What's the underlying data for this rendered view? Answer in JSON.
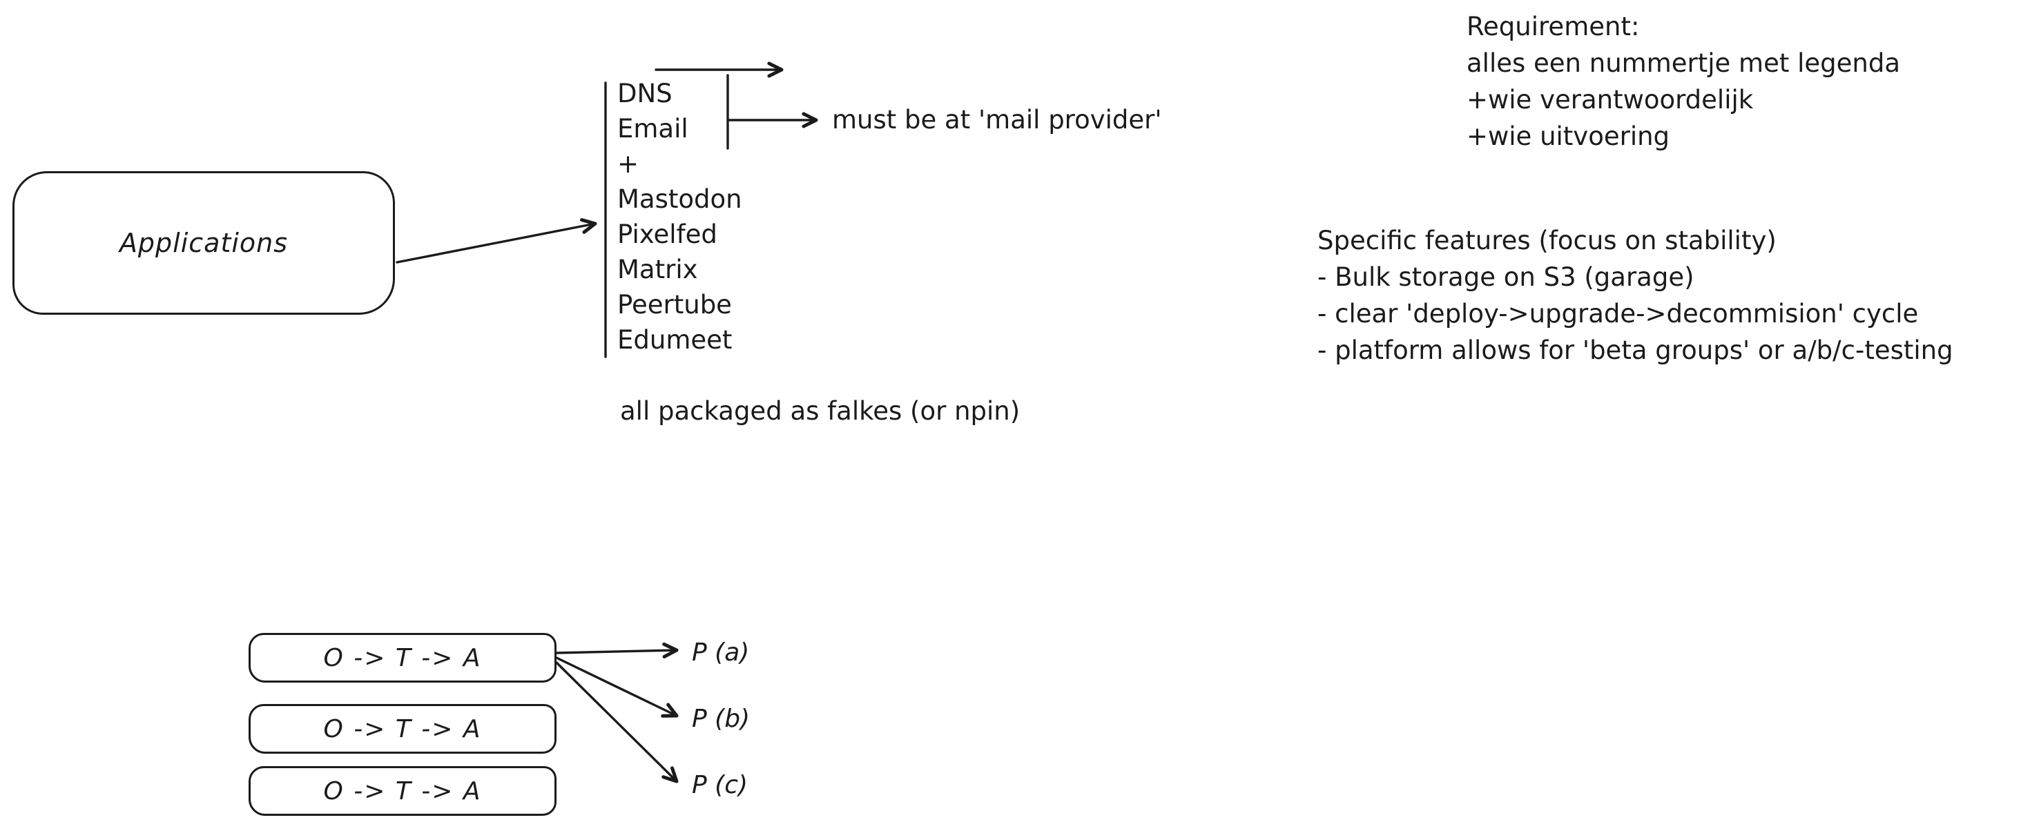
{
  "canvas": {
    "background": "#ffffff",
    "ink_color": "#1b1b1b"
  },
  "applications_box": {
    "label": "Applications"
  },
  "services_list": {
    "items": [
      "DNS",
      "Email",
      "+",
      "Mastodon",
      "Pixelfed",
      "Matrix",
      "Peertube",
      "Edumeet"
    ]
  },
  "mail_note": {
    "text": "must be at 'mail provider'"
  },
  "packaging_note": {
    "text": "all packaged as falkes (or npin)"
  },
  "requirement_note": {
    "lines": [
      "Requirement:",
      "alles een nummertje met legenda",
      "+wie verantwoordelijk",
      "+wie uitvoering"
    ]
  },
  "features_note": {
    "lines": [
      "Specific features (focus on stability)",
      "- Bulk storage on S3 (garage)",
      "- clear 'deploy->upgrade->decommision' cycle",
      "- platform allows for 'beta groups' or a/b/c-testing"
    ]
  },
  "pipeline_boxes": {
    "labels": [
      "O -> T -> A",
      "O -> T -> A",
      "O -> T -> A"
    ]
  },
  "outputs": {
    "labels": [
      "P (a)",
      "P (b)",
      "P (c)"
    ]
  }
}
